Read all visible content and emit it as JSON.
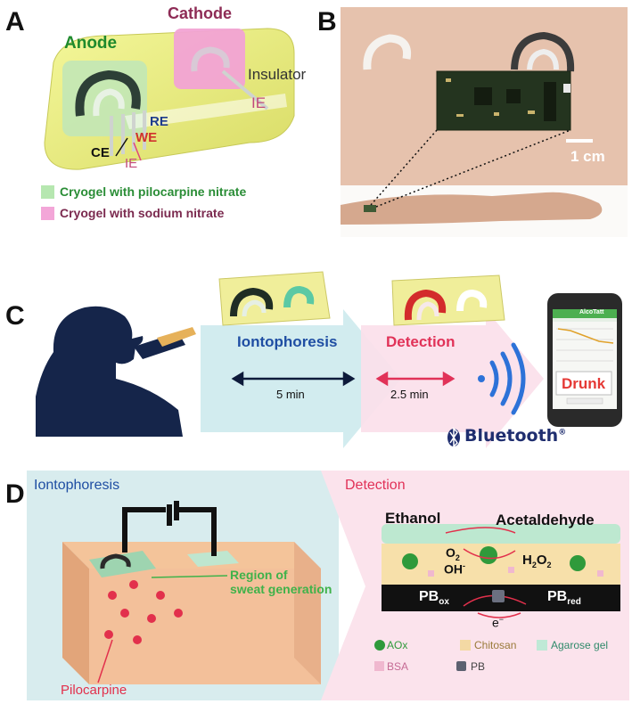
{
  "panels": {
    "a": {
      "letter": "A",
      "labels": {
        "anode": "Anode",
        "cathode": "Cathode",
        "insulator": "Insulator",
        "ie_right": "IE",
        "re": "RE",
        "we": "WE",
        "ce": "CE",
        "ie_bottom": "IE"
      },
      "legend": [
        {
          "text": "Cryogel with pilocarpine nitrate",
          "color": "#b6e7b0"
        },
        {
          "text": "Cryogel with sodium nitrate",
          "color": "#f3a6d8"
        }
      ]
    },
    "b": {
      "letter": "B",
      "scale_label": "1 cm"
    },
    "c": {
      "letter": "C",
      "iontophoresis_label": "Iontophoresis",
      "iontophoresis_time": "5 min",
      "detection_label": "Detection",
      "detection_time": "2.5 min",
      "bluetooth_label": "Bluetooth",
      "bluetooth_mark": "®",
      "phone_app_title": "AlcoTatt",
      "phone_status": "Drunk"
    },
    "d": {
      "letter": "D",
      "iontophoresis_label": "Iontophoresis",
      "detection_label": "Detection",
      "region_label_line1": "Region of",
      "region_label_line2": "sweat generation",
      "pilocarpine_label": "Pilocarpine",
      "ethanol": "Ethanol",
      "acetaldehyde": "Acetaldehyde",
      "o2": "O",
      "o2_sub": "2",
      "oh": "OH",
      "oh_sup": "-",
      "h2o2": "H",
      "h2o2_a": "2",
      "h2o2_b": "O",
      "h2o2_c": "2",
      "pb_ox": "PB",
      "pb_ox_sub": "ox",
      "pb_red": "PB",
      "pb_red_sub": "red",
      "electron": "e",
      "electron_sup": "−",
      "legend": [
        {
          "text": "AOx",
          "color": "#2f9a3b"
        },
        {
          "text": "Chitosan",
          "color": "#f3d9a4"
        },
        {
          "text": "Agarose gel",
          "color": "#bfe9d6"
        },
        {
          "text": "BSA",
          "color": "#f0b8cf"
        },
        {
          "text": "PB",
          "color": "#5c6170"
        }
      ]
    }
  }
}
